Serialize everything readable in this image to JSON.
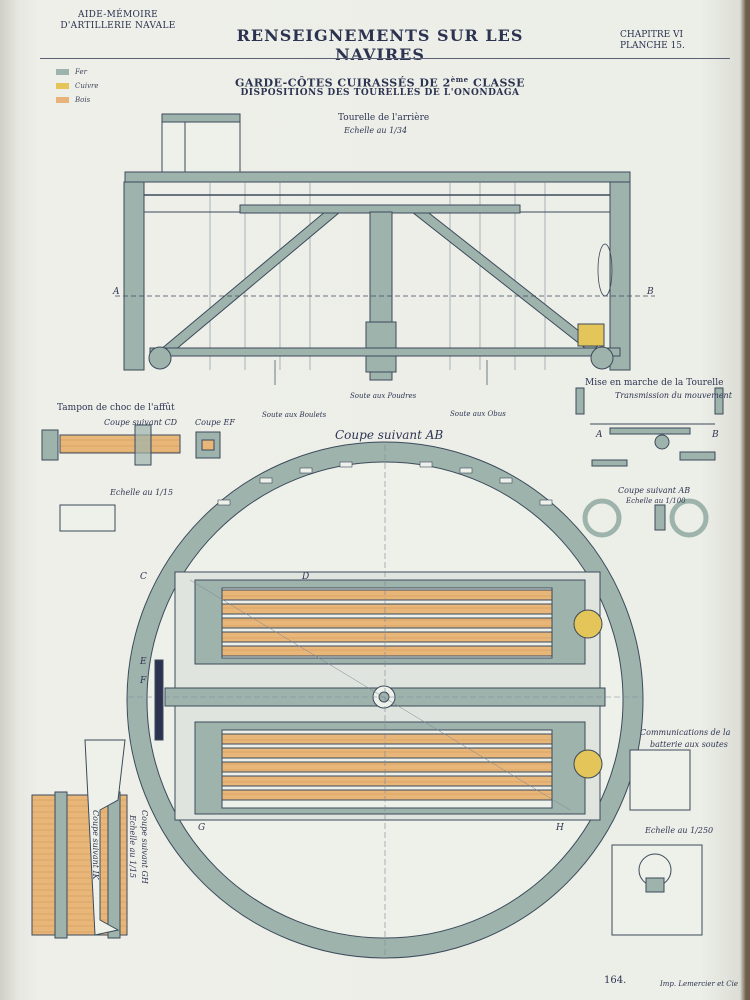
{
  "header": {
    "left_line1": "AIDE-MÉMOIRE",
    "left_line2": "D'ARTILLERIE NAVALE",
    "title": "RENSEIGNEMENTS SUR LES NAVIRES",
    "right_line1": "CHAPITRE VI",
    "right_line2": "PLANCHE  15."
  },
  "legend": [
    {
      "label": "Fer",
      "color": "#9fb3ad"
    },
    {
      "label": "Cuivre",
      "color": "#e3c55a"
    },
    {
      "label": "Bois",
      "color": "#e7b37a"
    }
  ],
  "subtitle": {
    "line1": "GARDE-CÔTES CUIRASSÉS DE 2",
    "line1_sup": "ème",
    "line1_end": " CLASSE",
    "line2": "DISPOSITIONS DES TOURELLES DE L'ONONDAGA"
  },
  "top_view": {
    "title": "Tourelle de l'arrière",
    "scale": "Echelle au 1/34",
    "label_a": "A",
    "label_b": "B",
    "soute_poudres": "Soute aux Poudres",
    "soute_boulets": "Soute aux Boulets",
    "soute_obus": "Soute aux Obus"
  },
  "tampon": {
    "title": "Tampon de choc de l'affût",
    "coupe_cd": "Coupe suivant CD",
    "coupe_ef": "Coupe EF",
    "scale": "Echelle au 1/15"
  },
  "mise_en_marche": {
    "title": "Mise en marche de la Tourelle",
    "subtitle": "Transmission du mouvement",
    "label_a": "A",
    "label_b": "B",
    "coupe_ab": "Coupe suivant AB",
    "scale": "Echelle au 1/100"
  },
  "main_section": {
    "title": "Coupe suivant AB",
    "label_c": "C",
    "label_d": "D",
    "label_e": "E",
    "label_f": "F",
    "label_g": "G",
    "label_h": "H"
  },
  "communications": {
    "title_line1": "Communications de la",
    "title_line2": "batterie aux soutes",
    "scale": "Echelle au 1/250"
  },
  "coupe_gh": {
    "title": "Coupe suivant GH",
    "scale": "Echelle au 1/15",
    "coupe_ik": "Coupe suivant IK"
  },
  "footer": {
    "page": "164.",
    "printer": "Imp. Lemercier et Cie"
  }
}
